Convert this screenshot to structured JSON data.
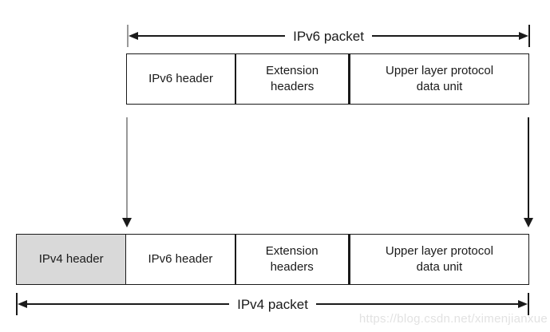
{
  "diagram": {
    "top_span": {
      "label": "IPv6 packet"
    },
    "bottom_span": {
      "label": "IPv4 packet"
    },
    "top_row": {
      "cells": [
        {
          "lines": [
            "IPv6 header"
          ]
        },
        {
          "lines": [
            "Extension",
            "headers"
          ]
        },
        {
          "lines": [
            "Upper layer protocol",
            "data unit"
          ]
        }
      ]
    },
    "bottom_row": {
      "cells": [
        {
          "lines": [
            "IPv4 header"
          ]
        },
        {
          "lines": [
            "IPv6 header"
          ]
        },
        {
          "lines": [
            "Extension",
            "headers"
          ]
        },
        {
          "lines": [
            "Upper layer protocol",
            "data unit"
          ]
        }
      ]
    },
    "colors": {
      "line": "#1a1a1a",
      "gray_arrow": "#999999",
      "shaded_cell": "#d9d9d9",
      "watermark": "#e2e2e2"
    }
  },
  "watermark": {
    "text": "https://blog.csdn.net/ximenjianxue"
  }
}
